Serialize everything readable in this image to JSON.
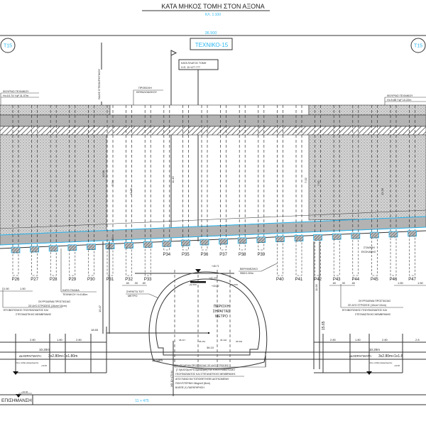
{
  "title": "ΚΑΤΑ ΜΗΚΟΣ ΤΟΜΗ ΣΤΟΝ ΑΞΟΝΑ",
  "scale": "ΚΛ. 1:100",
  "top_dimension": "36.500",
  "structure_label": "ΤΕΧΝΙΚΟ-15",
  "axis_markers": {
    "left": "Τ15",
    "right": "Τ15"
  },
  "cross_section_box": {
    "line1": "ΚΑΤΑ ΠΛΑΤΟΣ ΤΟΜΗ",
    "line2": "Χ.Θ. 11+477.777"
  },
  "street_label": "ΟΔΟΣ ΕΤΕΟΚΡΗΤΙΚΟΥ",
  "left_ceiling": {
    "line1": "ΦΟΥΡΝΟ ΤΕΧΝΙΚΟΥ",
    "line2": "Hι=10.74 Υψ² 11.07m"
  },
  "right_ceiling": {
    "line1": "ΦΟΥΡΝΟ ΤΕΧΝΙΚΟΥ",
    "line2": "Hι=9.88 Υψ² 10.22m"
  },
  "projection_label": {
    "line1": "ΠΡΟΒΟΛΗ",
    "line2": "ΚΕΦΑΛΟΔΟΚΟΥ"
  },
  "vertical_dims": [
    "10.38",
    "7.54",
    "13.39",
    "11.45",
    "7.02",
    "13.39",
    "7.62",
    "1.00",
    "10.47",
    "11.00",
    "15.65"
  ],
  "piles": [
    "P26",
    "P27",
    "P28",
    "P29",
    "P30",
    "P31",
    "P32",
    "P33",
    "P34",
    "P35",
    "P36",
    "P37",
    "P38",
    "P39",
    "P40",
    "P41",
    "P42",
    "P43",
    "P44",
    "P45",
    "P46",
    "P47"
  ],
  "pile_spacing": {
    "left": [
      "1.50",
      "1.50"
    ],
    "right": [
      "1.50",
      "1.50"
    ],
    "mid_left": [
      ".60",
      ".90",
      ".60"
    ],
    "mid_right": [
      ".60",
      ".90",
      ".60"
    ]
  },
  "slab_note": {
    "line1": "ΚΑΤΩ ΠΛΑΚΑ",
    "line2": "ΤΕΧΝΙΚΟΥ Η=0.80m"
  },
  "metro_support": {
    "line1": "ΣΗΡΑΓΓΑ ΤΟΤ",
    "line2": "ΜΕΤΡΟ"
  },
  "beam_note": {
    "line1": "ΒΕΡΛΙΝΕΖΙΚΟ",
    "line2": "Φ60/1.50m"
  },
  "step_note": {
    "line1": "ΣΤΑΘΜΗ",
    "line2": "ΕΚΣΚΑΦΗΣ"
  },
  "protection_left": [
    "ΣΚΥΡΟΔΕΜΑ ΠΡΟΣΤΑΣΙΑΣ",
    "ΣΕ ΔΥΟ ΣΤΡΩΣΕΙΣ (10cm+10cm)",
    "ΕΓΚΙΒΩΤΙΣΜΟΣ ΓΕΩΥΦΑΣΜΑΤΟΣ ΚΑΙ",
    "ΣΤΕΓΑΝΩΤΙΚΗΣ ΜΕΜΒΡΑΝΗΣ"
  ],
  "protection_right": [
    "ΣΚΥΡΟΔΕΜΑ ΠΡΟΣΤΑΣΙΑΣ",
    "ΣΕ ΔΥΟ ΣΤΡΩΣΕΙΣ (10cm+10cm)",
    "ΕΓΚΙΒΩΤΙΣΜΟΣ ΓΕΩΥΦΑΣΜΑΤΟΣ ΚΑΙ",
    "ΣΤΕΓΑΝΩΤΙΚΗΣ ΜΕΜΒΡΑΝΗΣ"
  ],
  "metro_area": [
    "ΠΕΡΙΟΧΗ",
    "ΣΗΡΑΓΓΑΣ",
    "ΜΕΤΡΟ"
  ],
  "levels": {
    "a": "+45.71",
    "b": "+42.275",
    "c": "+43.22",
    "d": "+42.870",
    "e": "+42.870",
    "f": "38.217",
    "g": "36.261",
    "h": "36.194",
    "i": "35.942",
    "j": "36.10",
    "k": "+34.00"
  },
  "left_dims": {
    "row": [
      "2.80",
      "1.80",
      "2.80"
    ],
    "total": "10.20m",
    "diaphragms": "ΔΙΑΦΡΑΓΜΑΤΑ:",
    "diaphragms_value": "3x2.80m+1x1.80m",
    "level_note": "Κάτω στάθμη Διαφράγματος",
    "level_value": "+33.00",
    "span": "18.65"
  },
  "right_dims": {
    "row": [
      "2.80",
      "1.80",
      "2.80",
      "2.8"
    ],
    "total": "10.20m",
    "diaphragms": "ΔΙΑΦΡΑΓΜΑΤΑ:",
    "diaphragms_value": "3x2.80m+1x1.8",
    "level_note": "Κάτω στάθμη Διαφράγματος",
    "level_value": "+33.00"
  },
  "tunnel_width": "36.50m",
  "tunnel_station": "ΧΘ 11+475.64",
  "bottom_note": [
    "ΣΚΥΡΟΔΕΜΑ ΠΡΟΣΤΑΣΙΑΣ ΣΕ ΔΥΟ ΣΤΡΩΣΕΙΣ",
    "[7.0(ΚΑΤΩ)cm+5.0(ΑΝΩ)cm] ΓΙΑ ΤΟΝ ΕΓΚΙΒΩΤΙΣΜΟ",
    "ΓΕΩΥΦΑΣΜΑΤΟΣ ΚΑΙ ΣΤΕΓΑΝΩΤΙΚΗΣ ΜΕΜΒΡΑΝΗΣ",
    "ΑΠΟ ΠΑΝΩ ΘΑ ΤΟΠΟΘΕΤΗΘΕΙ ΔΙΟΓΚΩΜΕΝΗ",
    "ΠΟΛΥΣΤΕΡΙΝΗ 24kg/m3 (8cm)",
    "ΒΛΕΠΕ (*) ΠΑΡΑΤΗΡΗΣΗ"
  ],
  "bottom_left_label": "ΕΠΙΣΗΜΑΝΣΗ",
  "station": "11 + 475",
  "colors": {
    "accent": "#29b6f0",
    "fill": "#b3b3b3",
    "line": "#333333"
  }
}
